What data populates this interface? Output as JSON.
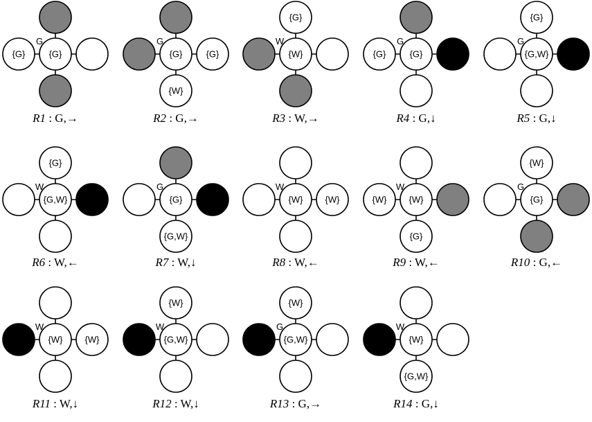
{
  "colors": {
    "empty": "#ffffff",
    "gray": "#808080",
    "black": "#000000"
  },
  "rules": [
    {
      "rule_id": "R1",
      "cap_rest": " : G,→",
      "center_label": "G",
      "center": "{G}",
      "up": {
        "state": "gray"
      },
      "right": {
        "state": "white"
      },
      "down": {
        "state": "gray"
      },
      "left": {
        "state": "white",
        "text": "{G}"
      }
    },
    {
      "rule_id": "R2",
      "cap_rest": " : G,→",
      "center_label": "G",
      "center": "{G}",
      "up": {
        "state": "gray"
      },
      "right": {
        "state": "white",
        "text": "{G}"
      },
      "down": {
        "state": "white",
        "text": "{W}"
      },
      "left": {
        "state": "gray"
      }
    },
    {
      "rule_id": "R3",
      "cap_rest": " : W,→",
      "center_label": "W",
      "center": "{W}",
      "up": {
        "state": "white",
        "text": "{G}"
      },
      "right": {
        "state": "white"
      },
      "down": {
        "state": "gray"
      },
      "left": {
        "state": "gray"
      }
    },
    {
      "rule_id": "R4",
      "cap_rest": " : G,↓",
      "center_label": "G",
      "center": "{G}",
      "up": {
        "state": "gray"
      },
      "right": {
        "state": "black"
      },
      "down": {
        "state": "white"
      },
      "left": {
        "state": "white",
        "text": "{G}"
      }
    },
    {
      "rule_id": "R5",
      "cap_rest": " : G,↓",
      "center_label": "G",
      "center": "{G,W}",
      "up": {
        "state": "white",
        "text": "{G}"
      },
      "right": {
        "state": "black"
      },
      "down": {
        "state": "white"
      },
      "left": {
        "state": "white"
      }
    },
    {
      "rule_id": "R6",
      "cap_rest": " : W,←",
      "center_label": "W",
      "center": "{G,W}",
      "up": {
        "state": "white",
        "text": "{G}"
      },
      "right": {
        "state": "black"
      },
      "down": {
        "state": "white"
      },
      "left": {
        "state": "white"
      }
    },
    {
      "rule_id": "R7",
      "cap_rest": " : W,↓",
      "center_label": "G",
      "center": "{G}",
      "up": {
        "state": "gray"
      },
      "right": {
        "state": "black"
      },
      "down": {
        "state": "white",
        "text": "{G,W}"
      },
      "left": {
        "state": "white"
      }
    },
    {
      "rule_id": "R8",
      "cap_rest": " : W,←",
      "center_label": "W",
      "center": "{W}",
      "up": {
        "state": "white"
      },
      "right": {
        "state": "white",
        "text": "{W}"
      },
      "down": {
        "state": "white"
      },
      "left": {
        "state": "white"
      }
    },
    {
      "rule_id": "R9",
      "cap_rest": " : W,←",
      "center_label": "W",
      "center": "{W}",
      "up": {
        "state": "white"
      },
      "right": {
        "state": "gray"
      },
      "down": {
        "state": "white",
        "text": "{G}"
      },
      "left": {
        "state": "white",
        "text": "{W}"
      }
    },
    {
      "rule_id": "R10",
      "cap_rest": " : G,←",
      "center_label": "G",
      "center": "{G}",
      "up": {
        "state": "white",
        "text": "{W}"
      },
      "right": {
        "state": "gray"
      },
      "down": {
        "state": "gray"
      },
      "left": {
        "state": "white"
      }
    },
    {
      "rule_id": "R11",
      "cap_rest": " : W,↓",
      "center_label": "W",
      "center": "{W}",
      "up": {
        "state": "white"
      },
      "right": {
        "state": "white",
        "text": "{W}"
      },
      "down": {
        "state": "white"
      },
      "left": {
        "state": "black"
      }
    },
    {
      "rule_id": "R12",
      "cap_rest": " : W,↓",
      "center_label": "W",
      "center": "{G,W}",
      "up": {
        "state": "white",
        "text": "{W}"
      },
      "right": {
        "state": "white"
      },
      "down": {
        "state": "white"
      },
      "left": {
        "state": "black"
      }
    },
    {
      "rule_id": "R13",
      "cap_rest": " : G,→",
      "center_label": "G",
      "center": "{G,W}",
      "up": {
        "state": "white",
        "text": "{W}"
      },
      "right": {
        "state": "white"
      },
      "down": {
        "state": "white"
      },
      "left": {
        "state": "black"
      }
    },
    {
      "rule_id": "R14",
      "cap_rest": " : G,↓",
      "center_label": "W",
      "center": "{W}",
      "up": {
        "state": "white"
      },
      "right": {
        "state": "white"
      },
      "down": {
        "state": "white",
        "text": "{G,W}"
      },
      "left": {
        "state": "black"
      }
    }
  ]
}
